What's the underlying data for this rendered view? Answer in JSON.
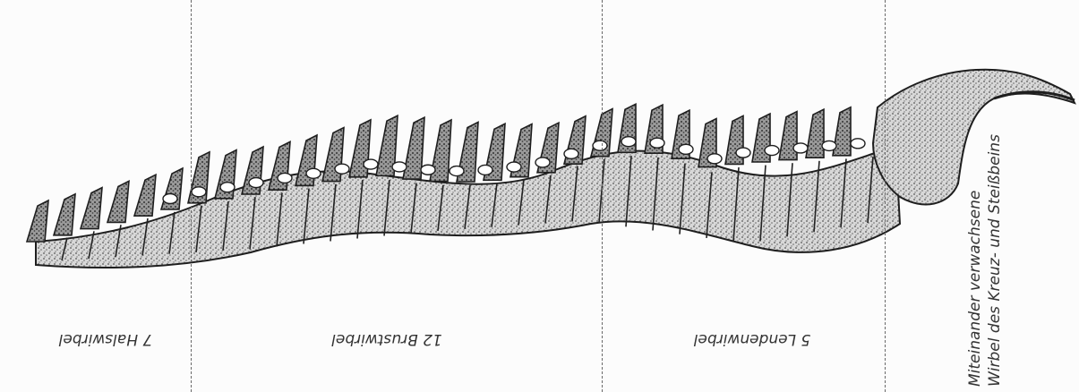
{
  "regions": [
    {
      "label": "7 Halswirbel"
    },
    {
      "label": "12 Brustwirbel"
    },
    {
      "label": "5 Lendenwirbel"
    }
  ],
  "sacral": {
    "line1": "Miteinander verwachsene",
    "line2": "Wirbel des Kreuz- und Steißbeins"
  },
  "colors": {
    "ink": "#1e1e1e",
    "bone_fill": "#d4d4d4",
    "divider": "#6a6a6a"
  }
}
